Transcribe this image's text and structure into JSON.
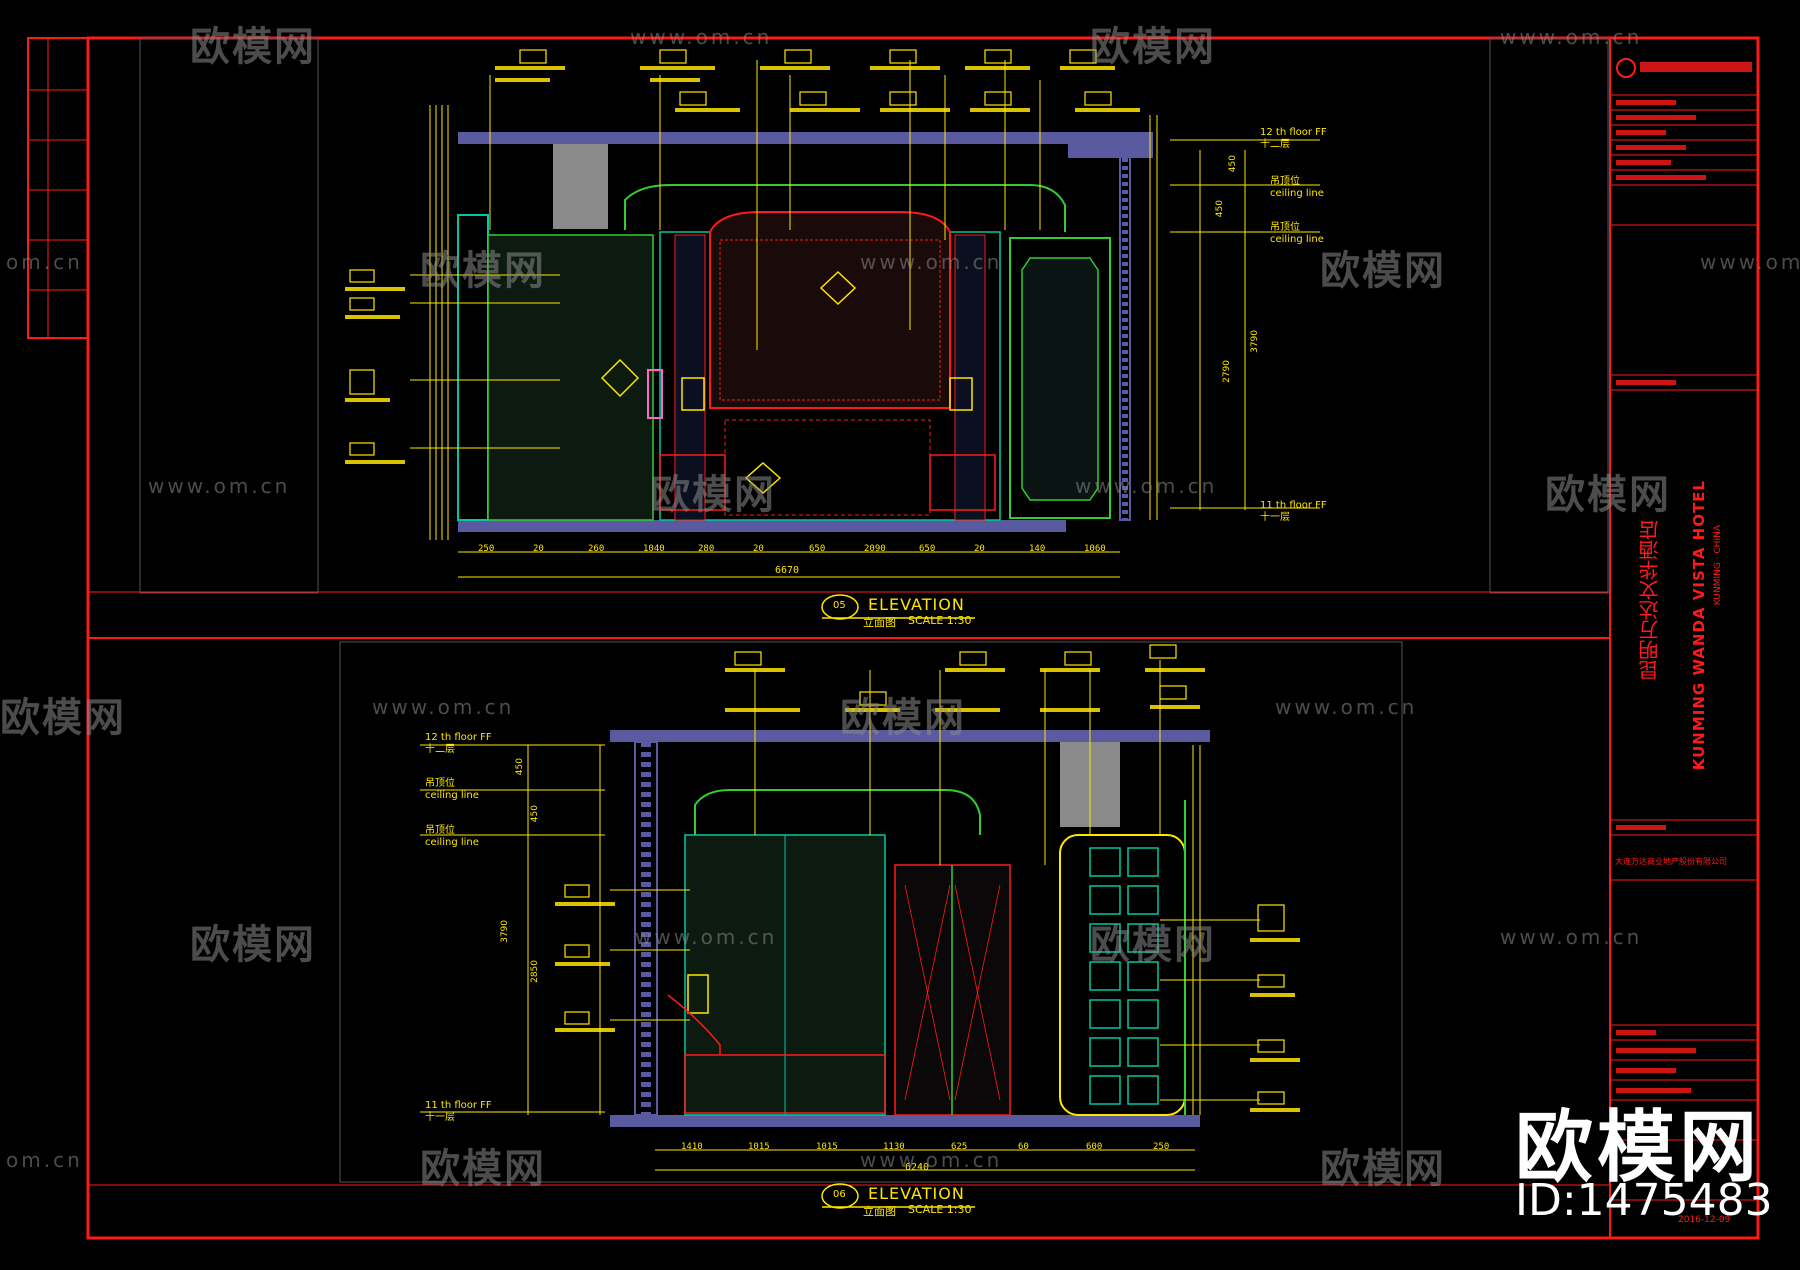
{
  "watermarks": {
    "logo_text": "欧模网",
    "url_text": "www.om.cn",
    "partial_url_text": "om.cn",
    "partial_logo_text": "欧模网"
  },
  "brand": {
    "big_logo": "欧模网",
    "id_label": "ID:1475483"
  },
  "title_block": {
    "project_cn": "昆明万达文华酒店",
    "project_en": "KUNMING WANDA VISTA HOTEL",
    "project_sub": "KUNMING · CHINA",
    "company": "大连万达商业地产股份有限公司",
    "date": "2016-12-09"
  },
  "elevations": [
    {
      "id": "05",
      "title": "ELEVATION",
      "subtitle_cn": "立面图",
      "scale": "SCALE  1:30",
      "top_dims": [
        "250",
        "20",
        "260",
        "1040",
        "280",
        "20",
        "650",
        "2090",
        "650",
        "20",
        "140",
        "1060"
      ],
      "total_dim": "6670",
      "levels": [
        "12 th floor FF",
        "十二层",
        "吊顶位",
        "ceiling line",
        "吊顶位",
        "ceiling line",
        "11 th floor FF",
        "十一层"
      ],
      "vdims": [
        "450",
        "450",
        "3790",
        "2790"
      ]
    },
    {
      "id": "06",
      "title": "ELEVATION",
      "subtitle_cn": "立面图",
      "scale": "SCALE  1:30",
      "top_dims": [
        "1410",
        "1015",
        "1015",
        "1130",
        "625",
        "60",
        "600",
        "250"
      ],
      "total_dim": "6240",
      "levels": [
        "12 th floor FF",
        "十二层",
        "吊顶位",
        "ceiling line",
        "吊顶位",
        "ceiling line",
        "11 th floor FF",
        "十一层"
      ],
      "vdims": [
        "450",
        "450",
        "3790",
        "2850"
      ]
    }
  ],
  "colors": {
    "frame": "#ff1a1a",
    "annotation": "#ffe600",
    "structure": "#5a5aa0",
    "fixture": "#00c8a0",
    "green": "#33cc33",
    "grey": "#8a8a8a"
  }
}
